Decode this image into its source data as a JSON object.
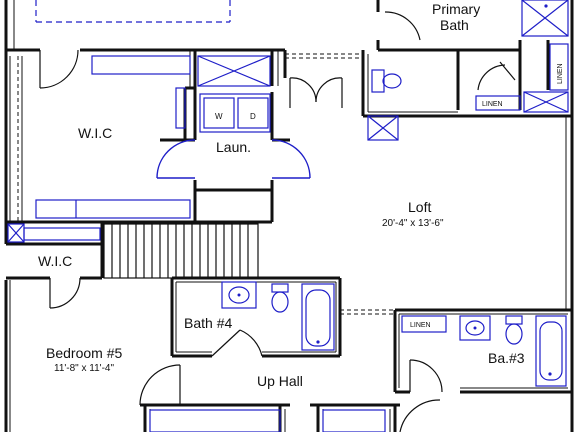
{
  "plan": {
    "rooms": {
      "primary_bath_line1": "Primary",
      "primary_bath_line2": "Bath",
      "wic_main": "W.I.C",
      "laundry": "Laun.",
      "loft": "Loft",
      "loft_dim": "20'-4\" x 13'-6\"",
      "wic_small": "W.I.C",
      "bath4": "Bath #4",
      "bedroom5": "Bedroom #5",
      "bedroom5_dim": "11'-8\" x 11'-4\"",
      "up_hall": "Up Hall",
      "ba3": "Ba.#3"
    },
    "fixtures": {
      "washer": "W",
      "dryer": "D",
      "linen_primary": "LINEN",
      "linen_vertical": "LINEN",
      "linen_ba3": "LINEN"
    },
    "colors": {
      "walls": "#111111",
      "fixtures": "#1e1ec8"
    }
  }
}
